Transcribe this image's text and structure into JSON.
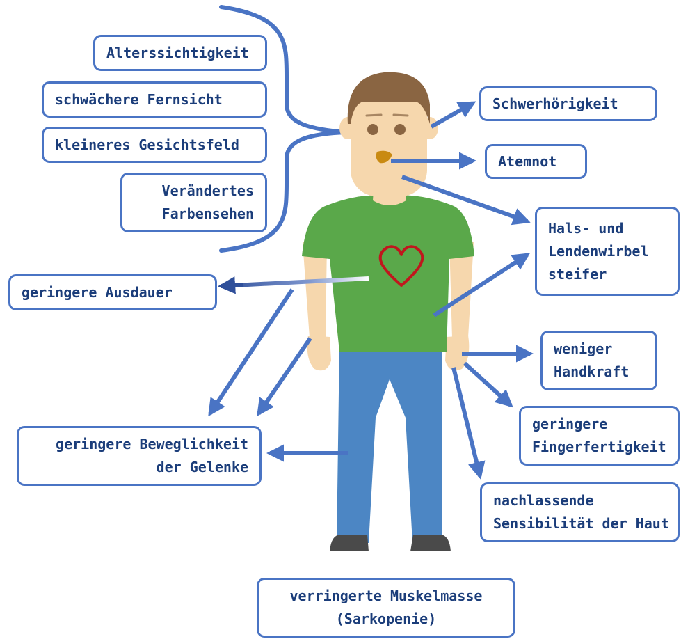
{
  "colors": {
    "arrow": "#4a74c4",
    "box_border": "#4a74c4",
    "text": "#1b3d7a",
    "shirt": "#5aa84a",
    "pants": "#4c86c4",
    "skin": "#f6d7ad",
    "hair": "#8a6542",
    "heart": "#c0171d"
  },
  "labels": {
    "alterssichtigkeit": "Alterssichtigkeit",
    "fernsicht": "schwächere Fernsicht",
    "gesichtsfeld": "kleineres Gesichtsfeld",
    "farbensehen": [
      "Verändertes",
      "Farbensehen"
    ],
    "schwerhoerigkeit": "Schwerhörigkeit",
    "atemnot": "Atemnot",
    "wirbel": [
      "Hals- und",
      "Lendenwirbel",
      "steifer"
    ],
    "ausdauer": "geringere Ausdauer",
    "handkraft": [
      "weniger",
      "Handkraft"
    ],
    "fingerfertigkeit": [
      "geringere",
      "Fingerfertigkeit"
    ],
    "beweglichkeit": [
      "geringere Beweglichkeit",
      "der Gelenke"
    ],
    "sensibilitaet": [
      "nachlassende",
      "Sensibilität der Haut"
    ],
    "muskelmasse": [
      "verringerte Muskelmasse",
      "(Sarkopenie)"
    ]
  }
}
